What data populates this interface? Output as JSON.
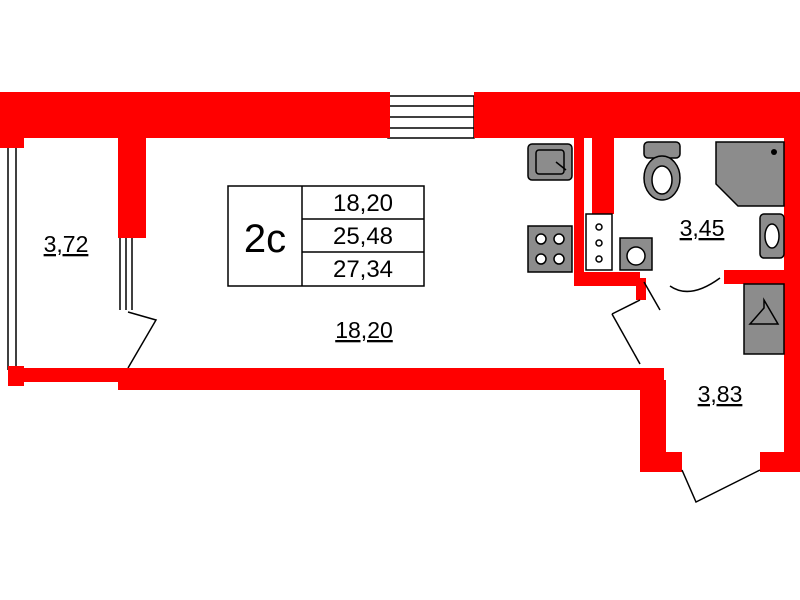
{
  "colors": {
    "wall": "#ff0000",
    "fixture": "#8c8c8c",
    "line": "#000000",
    "background": "#ffffff"
  },
  "unit": {
    "type_label": "2с",
    "areas": [
      "18,20",
      "25,48",
      "27,34"
    ]
  },
  "rooms": {
    "balcony": "3,72",
    "main_room": "18,20",
    "bathroom": "3,45",
    "hall": "3,83"
  },
  "icons": [
    "sink-icon",
    "stove-icon",
    "toilet-icon",
    "shower-icon",
    "washbasin-icon",
    "washing-machine-icon",
    "hanger-icon"
  ]
}
